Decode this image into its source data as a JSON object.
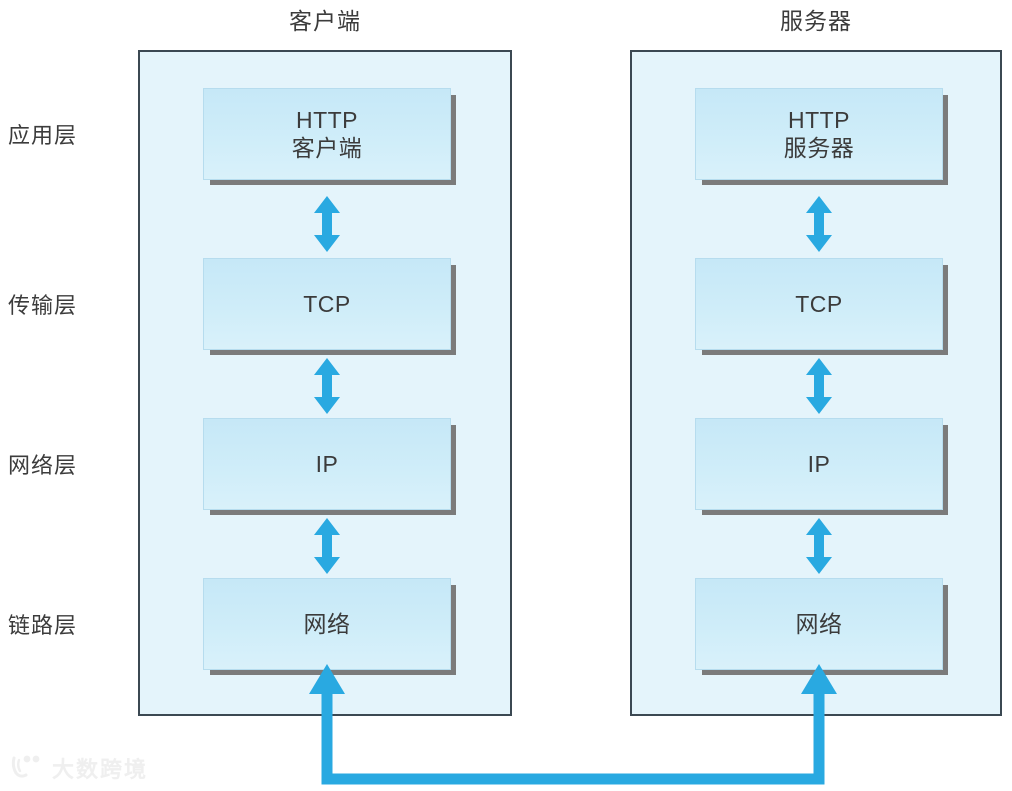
{
  "diagram": {
    "title_client": "客户端",
    "title_server": "服务器",
    "layers": [
      {
        "label": "应用层",
        "client": [
          "HTTP",
          "客户端"
        ],
        "server": [
          "HTTP",
          "服务器"
        ]
      },
      {
        "label": "传输层",
        "client": [
          "TCP"
        ],
        "server": [
          "TCP"
        ]
      },
      {
        "label": "网络层",
        "client": [
          "IP"
        ],
        "server": [
          "IP"
        ]
      },
      {
        "label": "链路层",
        "client": [
          "网络"
        ],
        "server": [
          "网络"
        ]
      }
    ],
    "colors": {
      "panel_fill": "#e4f4fb",
      "panel_border": "#3b4852",
      "box_fill": "#cfedf9",
      "box_shadow": "#7b7b7b",
      "arrow_blue": "#29a9e1",
      "text": "#3b3b3b"
    }
  },
  "watermark": {
    "text": "大数跨境"
  }
}
